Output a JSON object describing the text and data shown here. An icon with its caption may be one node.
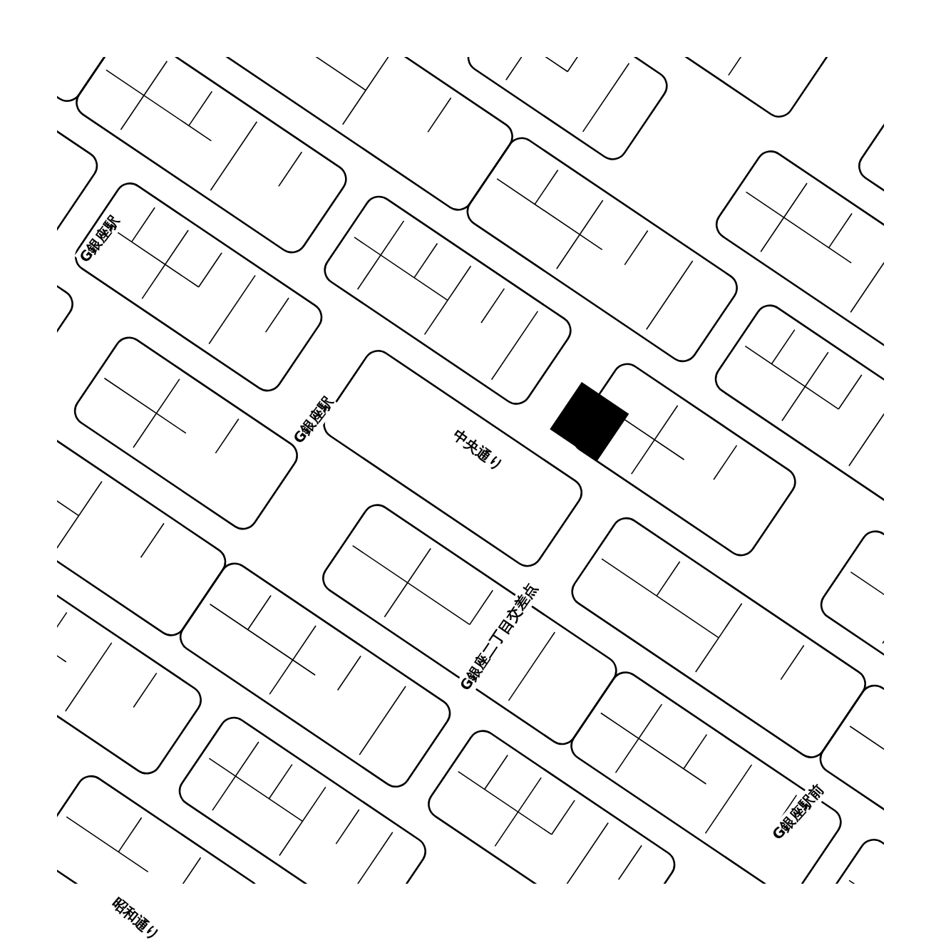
{
  "diagram": {
    "labels": [
      "G銀座駅",
      "G銀座駅",
      "中央通り",
      "G銀座二丁目交差点",
      "G銀座駅前",
      "昭和通り"
    ]
  }
}
